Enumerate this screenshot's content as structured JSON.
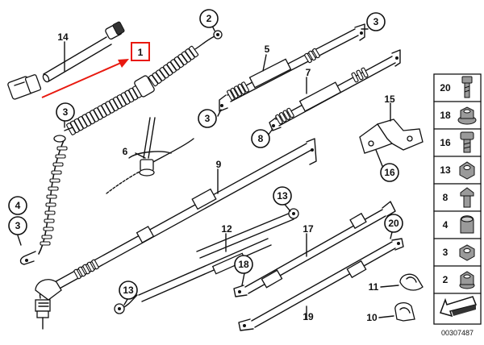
{
  "diagram": {
    "labels": {
      "l1": "1",
      "l2": "2",
      "l3a": "3",
      "l3b": "3",
      "l3c": "3",
      "l3d": "3",
      "l4": "4",
      "l5": "5",
      "l6": "6",
      "l7": "7",
      "l8": "8",
      "l9": "9",
      "l10": "10",
      "l11": "11",
      "l12": "12",
      "l13a": "13",
      "l13b": "13",
      "l14": "14",
      "l15": "15",
      "l16": "16",
      "l17": "17",
      "l18": "18",
      "l19": "19",
      "l20": "20"
    },
    "highlight_color": "#e8190f"
  },
  "sidebar": {
    "items": [
      {
        "label": "20",
        "icon": "bolt-icon"
      },
      {
        "label": "18",
        "icon": "flange-nut-icon"
      },
      {
        "label": "16",
        "icon": "hex-bolt-icon"
      },
      {
        "label": "13",
        "icon": "hex-nut-icon"
      },
      {
        "label": "8",
        "icon": "hex-screw-icon"
      },
      {
        "label": "4",
        "icon": "cap-icon"
      },
      {
        "label": "3",
        "icon": "nut-icon"
      },
      {
        "label": "2",
        "icon": "collar-nut-icon"
      }
    ]
  },
  "catalog_number": "00307487"
}
